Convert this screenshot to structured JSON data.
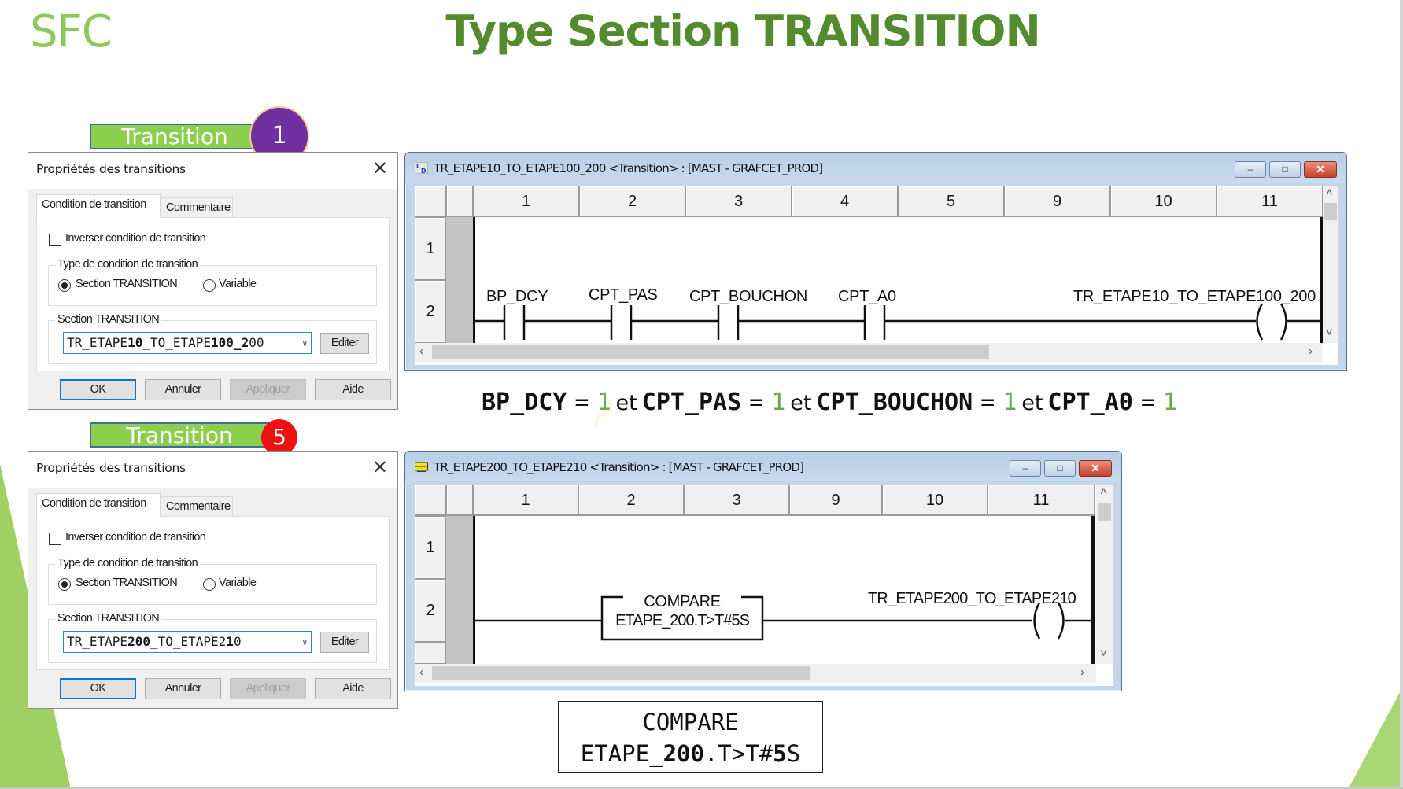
{
  "slide": {
    "section": "SFC",
    "title": "Type Section TRANSITION",
    "colors": {
      "title": "#558b2f",
      "section": "#8cc85a",
      "label_bg": "#8ccf4d",
      "badge1": "#7030a0",
      "badge5": "#ee1111",
      "value_green": "#6aa84f"
    }
  },
  "callouts": [
    {
      "label": "Transition",
      "badge": "1"
    },
    {
      "label": "Transition",
      "badge": "5"
    }
  ],
  "dialogs": [
    {
      "title": "Propriétés des transitions",
      "close": "✕",
      "tabs": [
        "Condition de transition",
        "Commentaire"
      ],
      "invert_label": "Inverser condition de transition",
      "invert_checked": false,
      "type_group": "Type de condition de transition",
      "radio_section": "Section TRANSITION",
      "radio_variable": "Variable",
      "section_group": "Section TRANSITION",
      "combo_parts": [
        "TR_ETAPE",
        "10",
        "_TO_ETAPE",
        "100_2",
        "00"
      ],
      "edit_button": "Editer",
      "buttons": {
        "ok": "OK",
        "cancel": "Annuler",
        "apply": "Appliquer",
        "help": "Aide"
      }
    },
    {
      "title": "Propriétés des transitions",
      "close": "✕",
      "tabs": [
        "Condition de transition",
        "Commentaire"
      ],
      "invert_label": "Inverser condition de transition",
      "invert_checked": false,
      "type_group": "Type de condition de transition",
      "radio_section": "Section TRANSITION",
      "radio_variable": "Variable",
      "section_group": "Section TRANSITION",
      "combo_parts": [
        "TR_ETAPE",
        "200",
        "_TO_ETAPE2",
        "1",
        "0"
      ],
      "edit_button": "Editer",
      "buttons": {
        "ok": "OK",
        "cancel": "Annuler",
        "apply": "Appliquer",
        "help": "Aide"
      }
    }
  ],
  "ld_windows": [
    {
      "title": "TR_ETAPE10_TO_ETAPE100_200 <Transition> : [MAST - GRAFCET_PROD]",
      "columns": [
        "1",
        "2",
        "3",
        "4",
        "5",
        "9",
        "10",
        "11"
      ],
      "rows": [
        "1",
        "2"
      ],
      "contacts": [
        "BP_DCY",
        "CPT_PAS",
        "CPT_BOUCHON",
        "CPT_A0"
      ],
      "coil": "TR_ETAPE10_TO_ETAPE100_200"
    },
    {
      "title": "TR_ETAPE200_TO_ETAPE210 <Transition> : [MAST - GRAFCET_PROD]",
      "columns": [
        "1",
        "2",
        "3",
        "9",
        "10",
        "11"
      ],
      "rows": [
        "1",
        "2"
      ],
      "compare_block": [
        "COMPARE",
        "ETAPE_200.T>T#5S"
      ],
      "coil": "TR_ETAPE200_TO_ETAPE210"
    }
  ],
  "formula": {
    "terms": [
      {
        "var": "BP_DCY",
        "op": "=",
        "val": "1"
      },
      {
        "var": "CPT_PAS",
        "op": "=",
        "val": "1"
      },
      {
        "var": "CPT_BOUCHON",
        "op": "=",
        "val": "1"
      },
      {
        "var": "CPT_A0",
        "op": "=",
        "val": "1"
      }
    ],
    "joiner": "et"
  },
  "compare_caption": {
    "line1": "COMPARE",
    "line2_parts": [
      "ETAPE_",
      "200",
      ".T>T#",
      "5",
      "S"
    ]
  }
}
